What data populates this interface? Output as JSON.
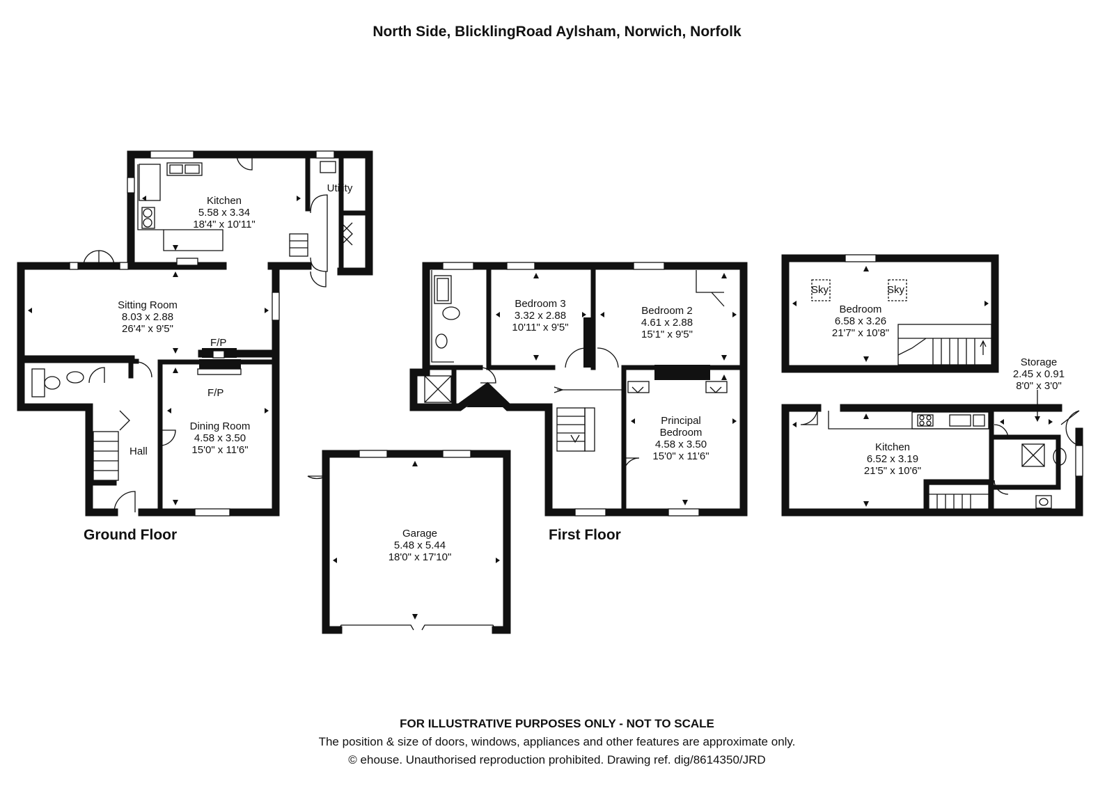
{
  "title": "North Side, BlicklingRoad Aylsham, Norwich, Norfolk",
  "floors": {
    "ground": "Ground Floor",
    "first": "First Floor"
  },
  "rooms": {
    "kitchen_main": {
      "name": "Kitchen",
      "metric": "5.58 x 3.34",
      "imperial": "18'4\" x 10'11\""
    },
    "utility": {
      "name": "Utility"
    },
    "sitting": {
      "name": "Sitting Room",
      "metric": "8.03 x 2.88",
      "imperial": "26'4\" x 9'5\""
    },
    "dining": {
      "name": "Dining Room",
      "metric": "4.58 x 3.50",
      "imperial": "15'0\" x 11'6\""
    },
    "hall": {
      "name": "Hall"
    },
    "garage": {
      "name": "Garage",
      "metric": "5.48 x 5.44",
      "imperial": "18'0\" x 17'10\""
    },
    "bedroom3": {
      "name": "Bedroom 3",
      "metric": "3.32 x 2.88",
      "imperial": "10'11\" x 9'5\""
    },
    "bedroom2": {
      "name": "Bedroom 2",
      "metric": "4.61 x 2.88",
      "imperial": "15'1\" x 9'5\""
    },
    "principal": {
      "name1": "Principal",
      "name2": "Bedroom",
      "metric": "4.58 x 3.50",
      "imperial": "15'0\" x 11'6\""
    },
    "annex_bedroom": {
      "name": "Bedroom",
      "metric": "6.58 x 3.26",
      "imperial": "21'7\" x 10'8\""
    },
    "storage": {
      "name": "Storage",
      "metric": "2.45 x 0.91",
      "imperial": "8'0\" x 3'0\""
    },
    "annex_kitchen": {
      "name": "Kitchen",
      "metric": "6.52 x 3.19",
      "imperial": "21'5\" x 10'6\""
    }
  },
  "labels": {
    "fp_sitting": "F/P",
    "fp_dining": "F/P",
    "sky_left": "Sky",
    "sky_right": "Sky"
  },
  "footer": {
    "disclaimer": "FOR ILLUSTRATIVE PURPOSES ONLY - NOT TO SCALE",
    "note": "The position & size of doors, windows, appliances and other features are approximate only.",
    "copyright": "© ehouse. Unauthorised reproduction prohibited. Drawing ref. dig/8614350/JRD"
  }
}
